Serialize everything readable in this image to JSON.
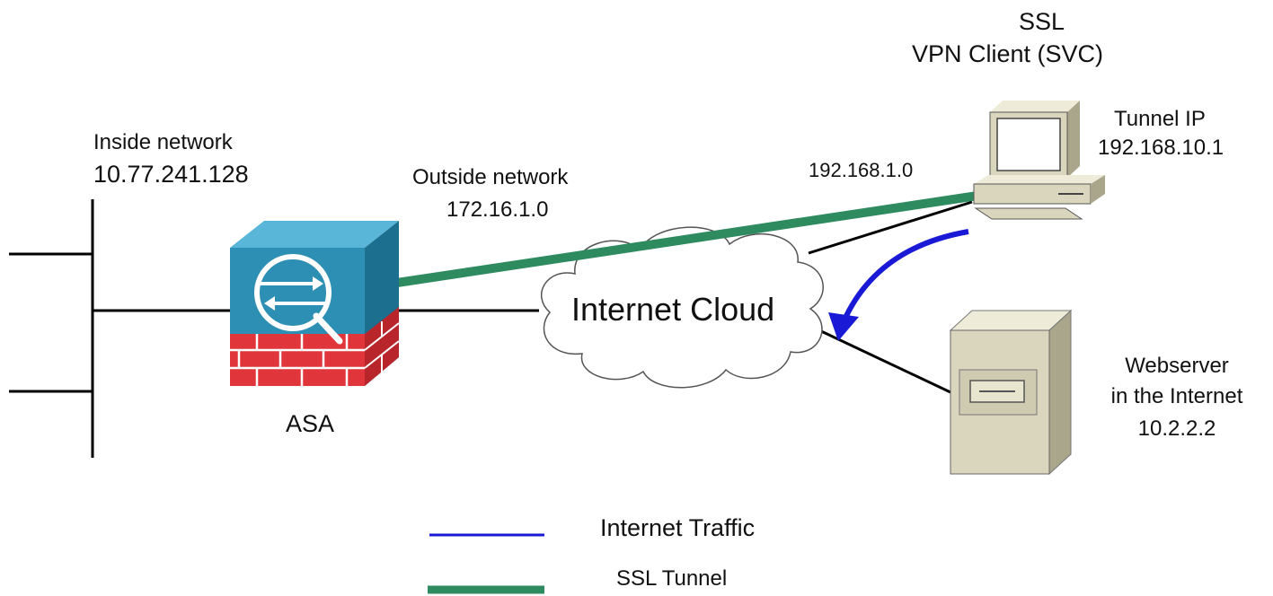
{
  "inside_network": {
    "label": "Inside network",
    "subnet": "10.77.241.128"
  },
  "asa": {
    "label": "ASA"
  },
  "outside_network": {
    "label": "Outside network",
    "subnet": "172.16.1.0"
  },
  "cloud": {
    "label": "Internet Cloud"
  },
  "client": {
    "title_line1": "SSL",
    "title_line2": "VPN Client (SVC)",
    "local_ip": "192.168.1.0",
    "tunnel_label": "Tunnel IP",
    "tunnel_ip": "192.168.10.1"
  },
  "webserver": {
    "line1": "Webserver",
    "line2": "in the Internet",
    "ip": "10.2.2.2"
  },
  "legend": {
    "items": [
      {
        "label": "Internet Traffic",
        "color": "#1a1ad6"
      },
      {
        "label": "SSL Tunnel",
        "color": "#2e8b60"
      }
    ]
  },
  "colors": {
    "asa_blue": "#2e8fb5",
    "firewall_red": "#e0363b",
    "tunnel_green": "#2e8b60",
    "traffic_blue": "#1a1ad6",
    "device_beige": "#d9d6bd"
  },
  "icons": [
    "asa-firewall-icon",
    "cloud-icon",
    "pc-icon",
    "server-icon"
  ]
}
